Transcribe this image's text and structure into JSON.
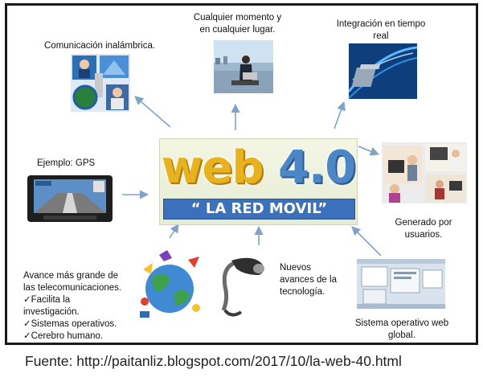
{
  "center": {
    "logo_word": "web",
    "logo_version": "4.0",
    "banner": "“ LA RED MOVIL”"
  },
  "nodes": {
    "comunicacion": "Comunicación inalámbrica.",
    "momento": "Cualquier momento y en cualquier lugar.",
    "integracion": "Integración en tiempo real",
    "gps": "Ejemplo: GPS",
    "usuarios": "Generado por usuarios.",
    "tecnologia": "Nuevos avances de la tecnología.",
    "sistema": "Sistema operativo web global.",
    "avance": {
      "title": "Avance más grande de las telecomunicaciones.",
      "items": [
        "✓Facilita la investigación.",
        "✓Sistemas operativos.",
        "✓Cerebro humano."
      ]
    }
  },
  "source": "Fuente: http://paitanliz.blogspot.com/2017/10/la-web-40.html",
  "colors": {
    "arrow": "#7fa3c9",
    "banner": "#3b70bd",
    "logo_word": "#e7b21b",
    "logo_version": "#4b86c7"
  }
}
